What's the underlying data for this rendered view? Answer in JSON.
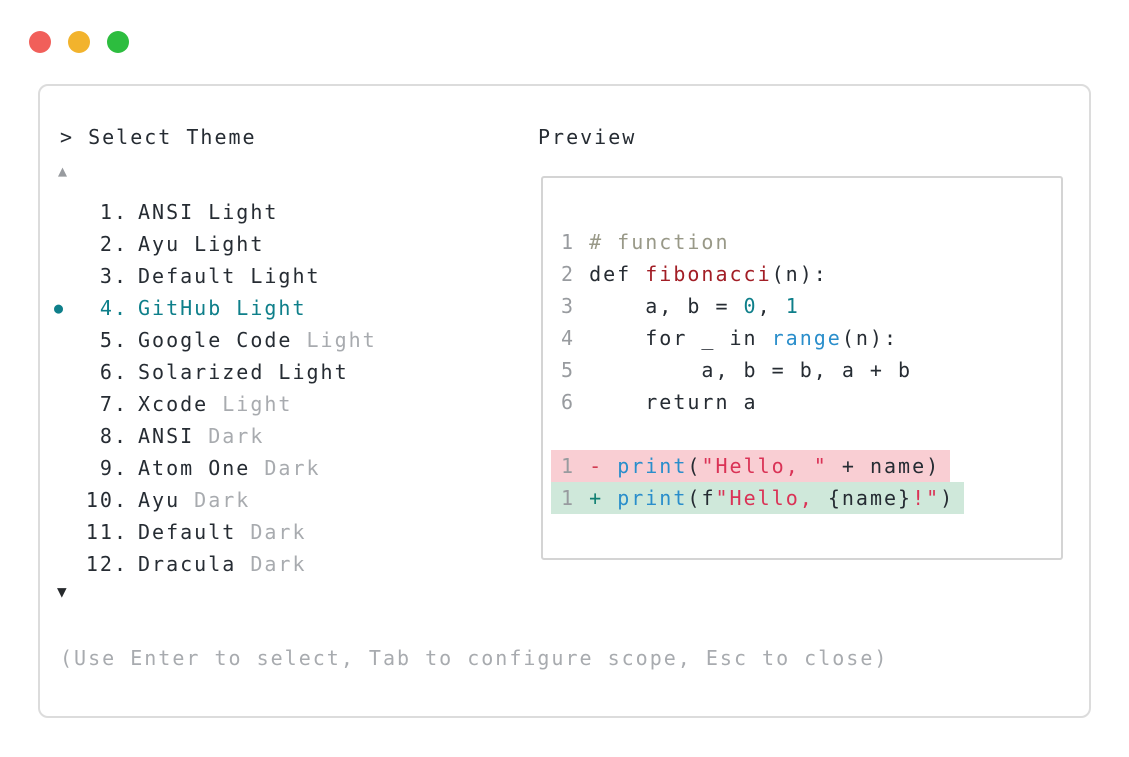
{
  "palette": {
    "dark": "#262c33",
    "gray": "#989b9f",
    "dim": "#a8abaf",
    "teal": "#0e7f8a",
    "comment": "#999988",
    "func": "#a21e26",
    "blue": "#2a8ecb",
    "str": "#da3356",
    "plus": "#0f7f72",
    "minus": "#d23b52",
    "removedBg": "#f9ced3",
    "addedBg": "#cfe8da",
    "lightRed": "#f15f5a",
    "lightYellow": "#f2b32d",
    "lightGreen": "#2dbd3f"
  },
  "picker": {
    "title": "> Select Theme",
    "scroll_up_icon": "▲",
    "scroll_down_icon": "▼",
    "bullet_icon": "●",
    "items": [
      {
        "number": "1.",
        "name": "ANSI",
        "variant": "Light",
        "variant_dim": false,
        "selected": false
      },
      {
        "number": "2.",
        "name": "Ayu",
        "variant": "Light",
        "variant_dim": false,
        "selected": false
      },
      {
        "number": "3.",
        "name": "Default",
        "variant": "Light",
        "variant_dim": false,
        "selected": false
      },
      {
        "number": "4.",
        "name": "GitHub",
        "variant": "Light",
        "variant_dim": false,
        "selected": true
      },
      {
        "number": "5.",
        "name": "Google Code",
        "variant": "Light",
        "variant_dim": true,
        "selected": false
      },
      {
        "number": "6.",
        "name": "Solarized",
        "variant": "Light",
        "variant_dim": false,
        "selected": false
      },
      {
        "number": "7.",
        "name": "Xcode",
        "variant": "Light",
        "variant_dim": true,
        "selected": false
      },
      {
        "number": "8.",
        "name": "ANSI",
        "variant": "Dark",
        "variant_dim": true,
        "selected": false
      },
      {
        "number": "9.",
        "name": "Atom One",
        "variant": "Dark",
        "variant_dim": true,
        "selected": false
      },
      {
        "number": "10.",
        "name": "Ayu",
        "variant": "Dark",
        "variant_dim": true,
        "selected": false
      },
      {
        "number": "11.",
        "name": "Default",
        "variant": "Dark",
        "variant_dim": true,
        "selected": false
      },
      {
        "number": "12.",
        "name": "Dracula",
        "variant": "Dark",
        "variant_dim": true,
        "selected": false
      }
    ],
    "footer": "(Use Enter to select, Tab to configure scope, Esc to close)"
  },
  "preview": {
    "title": "Preview",
    "code_lines": [
      {
        "tokens": [
          [
            "ln",
            "1"
          ],
          [
            "p",
            " "
          ],
          [
            "c",
            "# function"
          ]
        ]
      },
      {
        "tokens": [
          [
            "ln",
            "2"
          ],
          [
            "p",
            " def "
          ],
          [
            "fn",
            "fibonacci"
          ],
          [
            "p",
            "(n):"
          ]
        ]
      },
      {
        "tokens": [
          [
            "ln",
            "3"
          ],
          [
            "p",
            "     a, b = "
          ],
          [
            "num",
            "0"
          ],
          [
            "p",
            ", "
          ],
          [
            "num",
            "1"
          ]
        ]
      },
      {
        "tokens": [
          [
            "ln",
            "4"
          ],
          [
            "p",
            "     for _ in "
          ],
          [
            "blue",
            "range"
          ],
          [
            "p",
            "(n):"
          ]
        ]
      },
      {
        "tokens": [
          [
            "ln",
            "5"
          ],
          [
            "p",
            "         a, b = b, a + b"
          ]
        ]
      },
      {
        "tokens": [
          [
            "ln",
            "6"
          ],
          [
            "p",
            "     return a"
          ]
        ]
      }
    ],
    "diff_lines": [
      {
        "kind": "removed",
        "tokens": [
          [
            "ln",
            "1"
          ],
          [
            "p",
            " "
          ],
          [
            "minus",
            "-"
          ],
          [
            "p",
            " "
          ],
          [
            "blue",
            "print"
          ],
          [
            "p",
            "("
          ],
          [
            "str",
            "\"Hello, \""
          ],
          [
            "p",
            " + name)"
          ]
        ]
      },
      {
        "kind": "added",
        "tokens": [
          [
            "ln",
            "1"
          ],
          [
            "p",
            " "
          ],
          [
            "plus",
            "+"
          ],
          [
            "p",
            " "
          ],
          [
            "blue",
            "print"
          ],
          [
            "p",
            "(f"
          ],
          [
            "str",
            "\"Hello, "
          ],
          [
            "p",
            "{name}"
          ],
          [
            "str",
            "!\""
          ],
          [
            "p",
            ")"
          ]
        ]
      }
    ]
  }
}
